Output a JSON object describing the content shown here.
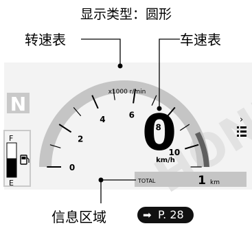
{
  "title": "显示类型：圆形",
  "callouts": {
    "tachometer": "转速表",
    "speedometer": "车速表",
    "info_area": "信息区域",
    "page_ref": "P. 28"
  },
  "display": {
    "gear": "N",
    "fuel_full_label": "F",
    "fuel_empty_label": "E",
    "fuel_level": 0.55,
    "tach_unit": "x1000 r/min",
    "tach_scale": [
      "0",
      "2",
      "4",
      "6",
      "8",
      "10"
    ],
    "tach_value_rpm_x1000": 0,
    "speed_value": "0",
    "speed_unit": "km/h",
    "info_label": "TOTAL",
    "info_value": "1",
    "info_unit": "km",
    "watermark": "HONDA"
  },
  "colors": {
    "panel": "#f3f3f3",
    "arc": "#c5c5c5",
    "redzone": "#5f5f5f",
    "ink": "#000000",
    "gear_badge": "#c9c9c9",
    "info_bar": "#c5c5c5"
  }
}
